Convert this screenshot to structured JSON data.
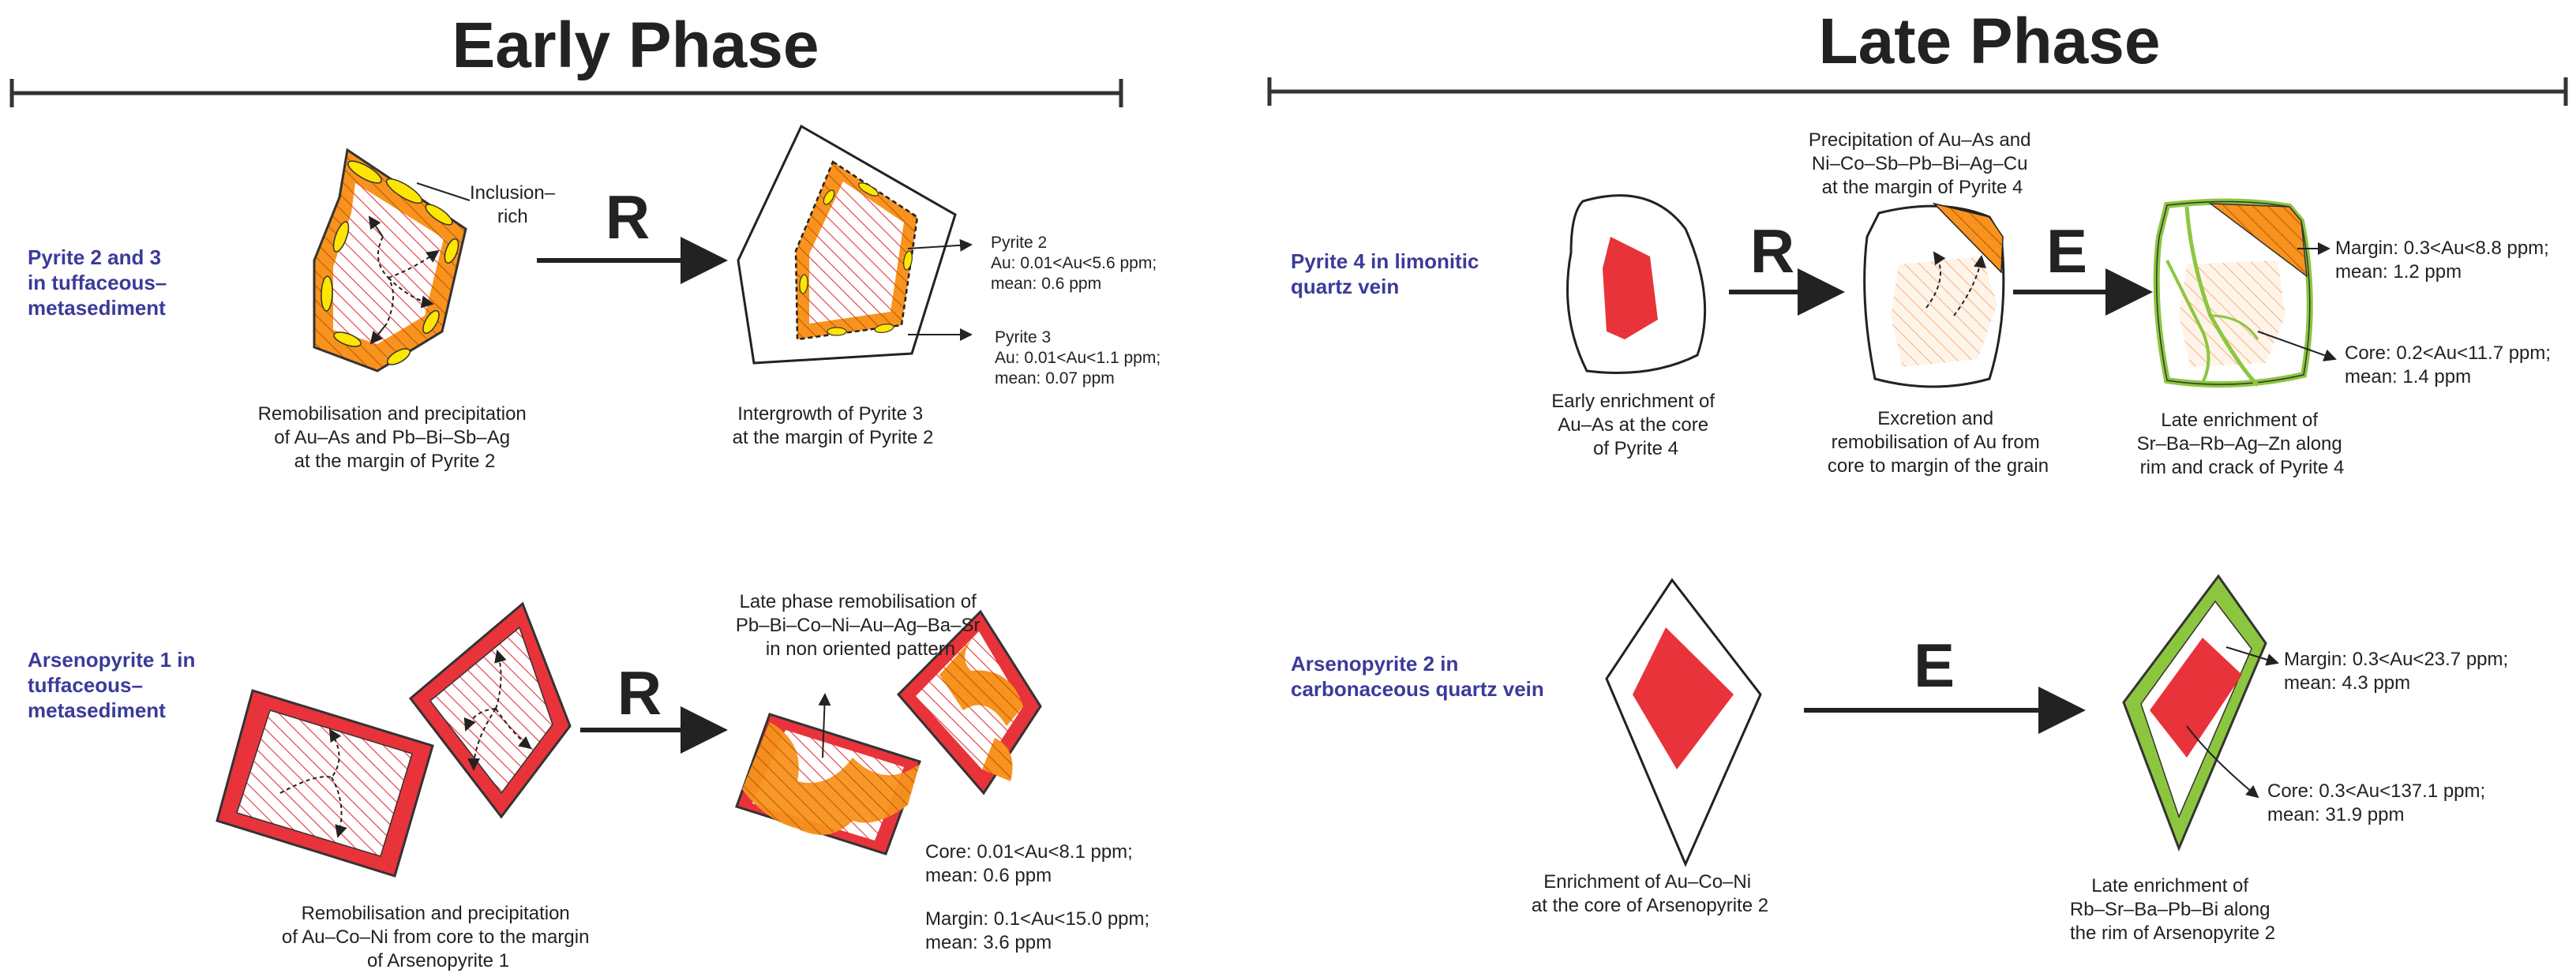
{
  "titles": {
    "early": "Early Phase",
    "late": "Late Phase"
  },
  "pyrite23": {
    "label": [
      "Pyrite 2 and 3",
      "in tuffaceous–",
      "metasediment"
    ],
    "inclusion": [
      "Inclusion–",
      "rich"
    ],
    "arrow": "R",
    "p2": [
      "Pyrite 2",
      "Au: 0.01<Au<5.6 ppm;",
      "mean: 0.6 ppm"
    ],
    "p3": [
      "Pyrite 3",
      "Au: 0.01<Au<1.1 ppm;",
      "mean: 0.07 ppm"
    ],
    "cap1": [
      "Remobilisation and precipitation",
      "of Au–As and Pb–Bi–Sb–Ag",
      "at the margin of Pyrite 2"
    ],
    "cap2": [
      "Intergrowth of Pyrite 3",
      "at the margin of Pyrite 2"
    ]
  },
  "aspy1": {
    "label": [
      "Arsenopyrite 1 in",
      "tuffaceous–",
      "metasediment"
    ],
    "arrow": "R",
    "top": [
      "Late phase remobilisation of",
      "Pb–Bi–Co–Ni–Au–Ag–Ba–Sr",
      "in non oriented pattern"
    ],
    "core": [
      "Core: 0.01<Au<8.1 ppm;",
      "mean: 0.6 ppm"
    ],
    "margin": [
      "Margin: 0.1<Au<15.0 ppm;",
      "mean: 3.6 ppm"
    ],
    "cap": [
      "Remobilisation and precipitation",
      "of Au–Co–Ni from core to the margin",
      "of Arsenopyrite 1"
    ]
  },
  "pyrite4": {
    "label": [
      "Pyrite 4 in limonitic",
      "quartz vein"
    ],
    "arrow1": "R",
    "arrow2": "E",
    "top": [
      "Precipitation of Au–As and",
      "Ni–Co–Sb–Pb–Bi–Ag–Cu",
      "at the margin of Pyrite 4"
    ],
    "cap1": [
      "Early enrichment of",
      "Au–As at the core",
      "of Pyrite 4"
    ],
    "cap2": [
      "Excretion and",
      "remobilisation of Au from",
      "core to margin of the grain"
    ],
    "cap3": [
      "Late enrichment of",
      "Sr–Ba–Rb–Ag–Zn along",
      "rim and crack of Pyrite 4"
    ],
    "margin": [
      "Margin: 0.3<Au<8.8 ppm;",
      "mean: 1.2 ppm"
    ],
    "core": [
      "Core: 0.2<Au<11.7 ppm;",
      "mean: 1.4 ppm"
    ]
  },
  "aspy2": {
    "label": [
      "Arsenopyrite 2 in",
      "carbonaceous quartz vein"
    ],
    "arrow": "E",
    "margin": [
      "Margin: 0.3<Au<23.7 ppm;",
      "mean: 4.3 ppm"
    ],
    "core": [
      "Core: 0.3<Au<137.1 ppm;",
      "mean: 31.9 ppm"
    ],
    "cap1": [
      "Enrichment of  Au–Co–Ni",
      "at the core of Arsenopyrite 2"
    ],
    "cap2": [
      "Late enrichment of",
      "Rb–Sr–Ba–Pb–Bi along",
      "the rim of Arsenopyrite 2"
    ]
  },
  "colors": {
    "red": "#e8333a",
    "orange": "#f7931e",
    "yellow": "#ffe600",
    "green": "#8cc63f",
    "ink": "#222222",
    "label": "#3b3b9a"
  }
}
